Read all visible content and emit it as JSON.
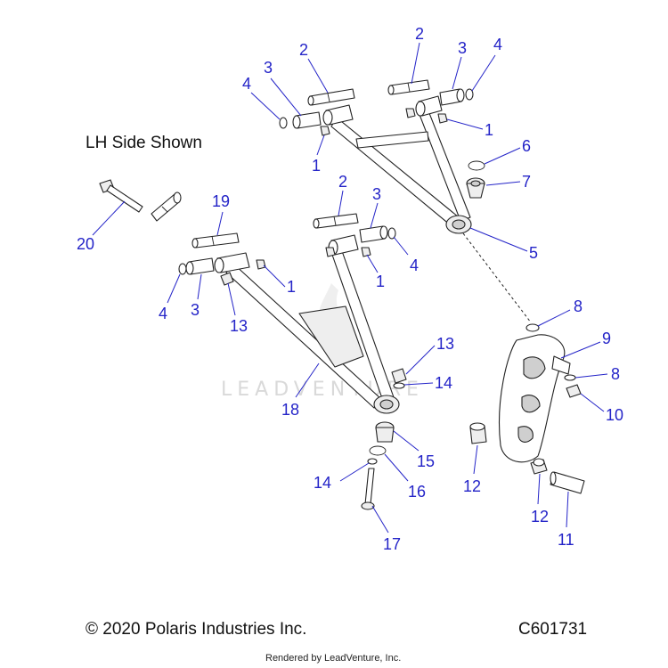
{
  "diagram": {
    "side_note": "LH Side Shown",
    "copyright": "© 2020 Polaris Industries Inc.",
    "drawing_number": "C601731",
    "rendered_by": "Rendered by LeadVenture, Inc.",
    "watermark": "LEADVENTURE"
  },
  "callouts": [
    {
      "id": "c-upper-2a",
      "text": "2"
    },
    {
      "id": "c-upper-2b",
      "text": "2"
    },
    {
      "id": "c-upper-3a",
      "text": "3"
    },
    {
      "id": "c-upper-3b",
      "text": "3"
    },
    {
      "id": "c-upper-4a",
      "text": "4"
    },
    {
      "id": "c-upper-4b",
      "text": "4"
    },
    {
      "id": "c-upper-1a",
      "text": "1"
    },
    {
      "id": "c-upper-1b",
      "text": "1"
    },
    {
      "id": "c-6",
      "text": "6"
    },
    {
      "id": "c-7",
      "text": "7"
    },
    {
      "id": "c-5",
      "text": "5"
    },
    {
      "id": "c-19",
      "text": "19"
    },
    {
      "id": "c-20",
      "text": "20"
    },
    {
      "id": "c-lower-2",
      "text": "2"
    },
    {
      "id": "c-lower-3a",
      "text": "3"
    },
    {
      "id": "c-lower-3b",
      "text": "3"
    },
    {
      "id": "c-lower-4a",
      "text": "4"
    },
    {
      "id": "c-lower-4b",
      "text": "4"
    },
    {
      "id": "c-lower-1a",
      "text": "1"
    },
    {
      "id": "c-lower-1b",
      "text": "1"
    },
    {
      "id": "c-13a",
      "text": "13"
    },
    {
      "id": "c-13b",
      "text": "13"
    },
    {
      "id": "c-14a",
      "text": "14"
    },
    {
      "id": "c-14b",
      "text": "14"
    },
    {
      "id": "c-18",
      "text": "18"
    },
    {
      "id": "c-15",
      "text": "15"
    },
    {
      "id": "c-16",
      "text": "16"
    },
    {
      "id": "c-17",
      "text": "17"
    },
    {
      "id": "c-8a",
      "text": "8"
    },
    {
      "id": "c-8b",
      "text": "8"
    },
    {
      "id": "c-9",
      "text": "9"
    },
    {
      "id": "c-10",
      "text": "10"
    },
    {
      "id": "c-11",
      "text": "11"
    },
    {
      "id": "c-12a",
      "text": "12"
    },
    {
      "id": "c-12b",
      "text": "12"
    }
  ]
}
